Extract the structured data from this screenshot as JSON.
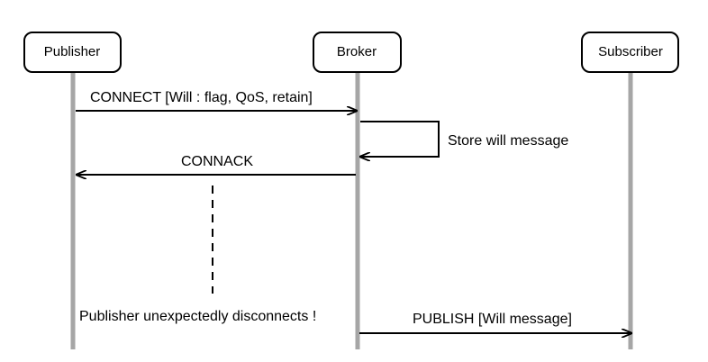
{
  "actors": {
    "publisher": "Publisher",
    "broker": "Broker",
    "subscriber": "Subscriber"
  },
  "messages": {
    "connect": "CONNECT [Will : flag, QoS, retain]",
    "connack": "CONNACK",
    "publish": "PUBLISH [Will message]"
  },
  "notes": {
    "store": "Store will message",
    "disconnect": "Publisher unexpectedly disconnects !"
  },
  "colors": {
    "lifeline": "#a6a6a6",
    "line": "#000000",
    "background": "#ffffff"
  }
}
